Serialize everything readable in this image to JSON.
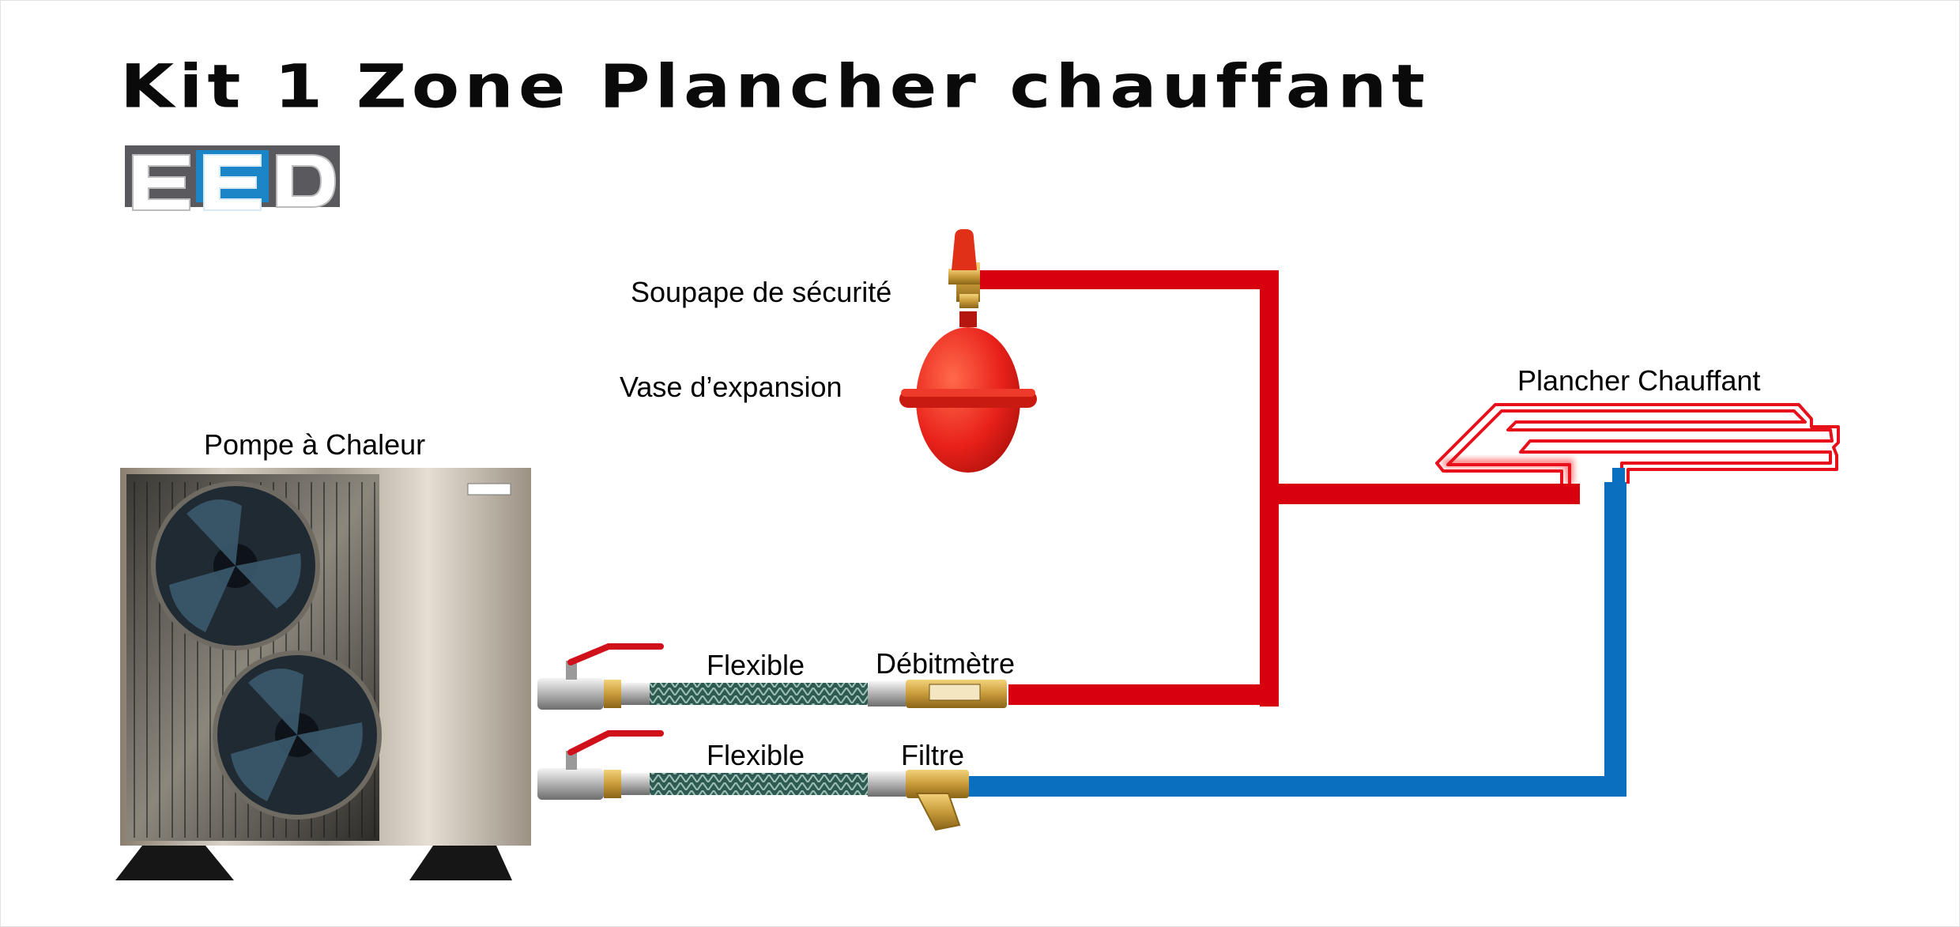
{
  "title": "Kit 1 Zone Plancher chauffant",
  "logo": {
    "text": "EED"
  },
  "labels": {
    "soupape": "Soupape de sécurité",
    "vase": "Vase d’expansion",
    "pompe": "Pompe à Chaleur",
    "plancher": "Plancher Chauffant",
    "flexible_top": "Flexible",
    "debitmetre": "Débitmètre",
    "flexible_bottom": "Flexible",
    "filtre": "Filtre"
  },
  "colors": {
    "supply_red": "#d8000f",
    "return_blue": "#0a6fbf",
    "logo_blue": "#1a86c8",
    "logo_grey": "#5a5a5e"
  }
}
